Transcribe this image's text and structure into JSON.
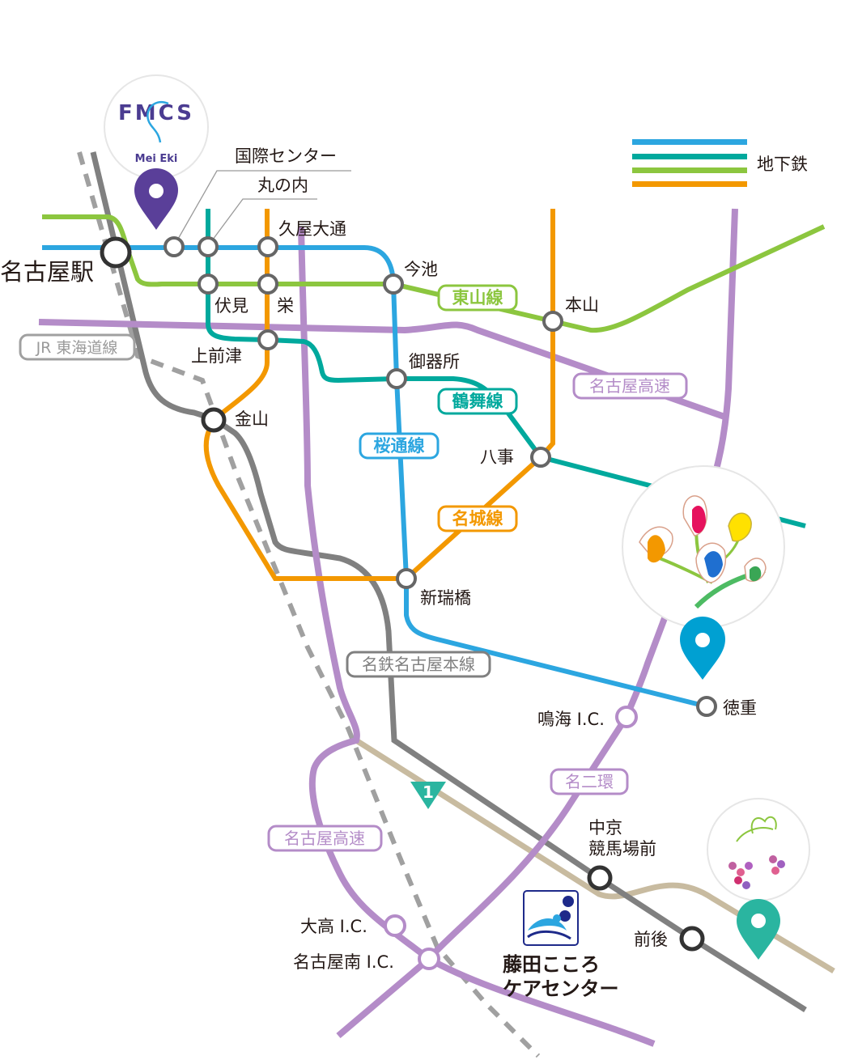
{
  "legend": {
    "label": "地下鉄",
    "colors": [
      "#2ca6e0",
      "#00a99d",
      "#8cc63f",
      "#f39800"
    ]
  },
  "colors": {
    "higashiyama": "#8cc63f",
    "sakuradori": "#2ca6e0",
    "tsurumai": "#00a99d",
    "meijo": "#f39800",
    "expressway": "#b48cc8",
    "meitetsu": "#808080",
    "jr": "#a0a0a0",
    "route1": "#c8bba0",
    "fmcs": "#5a3f99",
    "teal_pin": "#00a0d2",
    "green_pin": "#2ab5a0"
  },
  "stations": {
    "nagoya": "名古屋駅",
    "kokusai": "国際センター",
    "marunouchi": "丸の内",
    "hisaya": "久屋大通",
    "imaike": "今池",
    "fushimi": "伏見",
    "sakae": "栄",
    "motoyama": "本山",
    "kamimaezu": "上前津",
    "gokiso": "御器所",
    "kanayama": "金山",
    "yagoto": "八事",
    "aratamabashi": "新瑞橋",
    "tokushige": "徳重",
    "narumi_ic": "鳴海 I.C.",
    "chukyo": "中京",
    "chukyo2": "競馬場前",
    "zengo": "前後",
    "odaka_ic": "大高 I.C.",
    "nagoyaminami_ic": "名古屋南 I.C."
  },
  "line_tags": {
    "higashiyama": "東山線",
    "tsurumai": "鶴舞線",
    "sakuradori": "桜通線",
    "meijo": "名城線",
    "jr": "JR 東海道線",
    "expressway1": "名古屋高速",
    "expressway2": "名古屋高速",
    "meitetsu": "名鉄名古屋本線",
    "meinikan": "名二環"
  },
  "route_number": "1",
  "fmcs": {
    "logo": "FMCS",
    "sub": "Mei Eki"
  },
  "destination": {
    "line1": "藤田こころ",
    "line2": "ケアセンター"
  }
}
